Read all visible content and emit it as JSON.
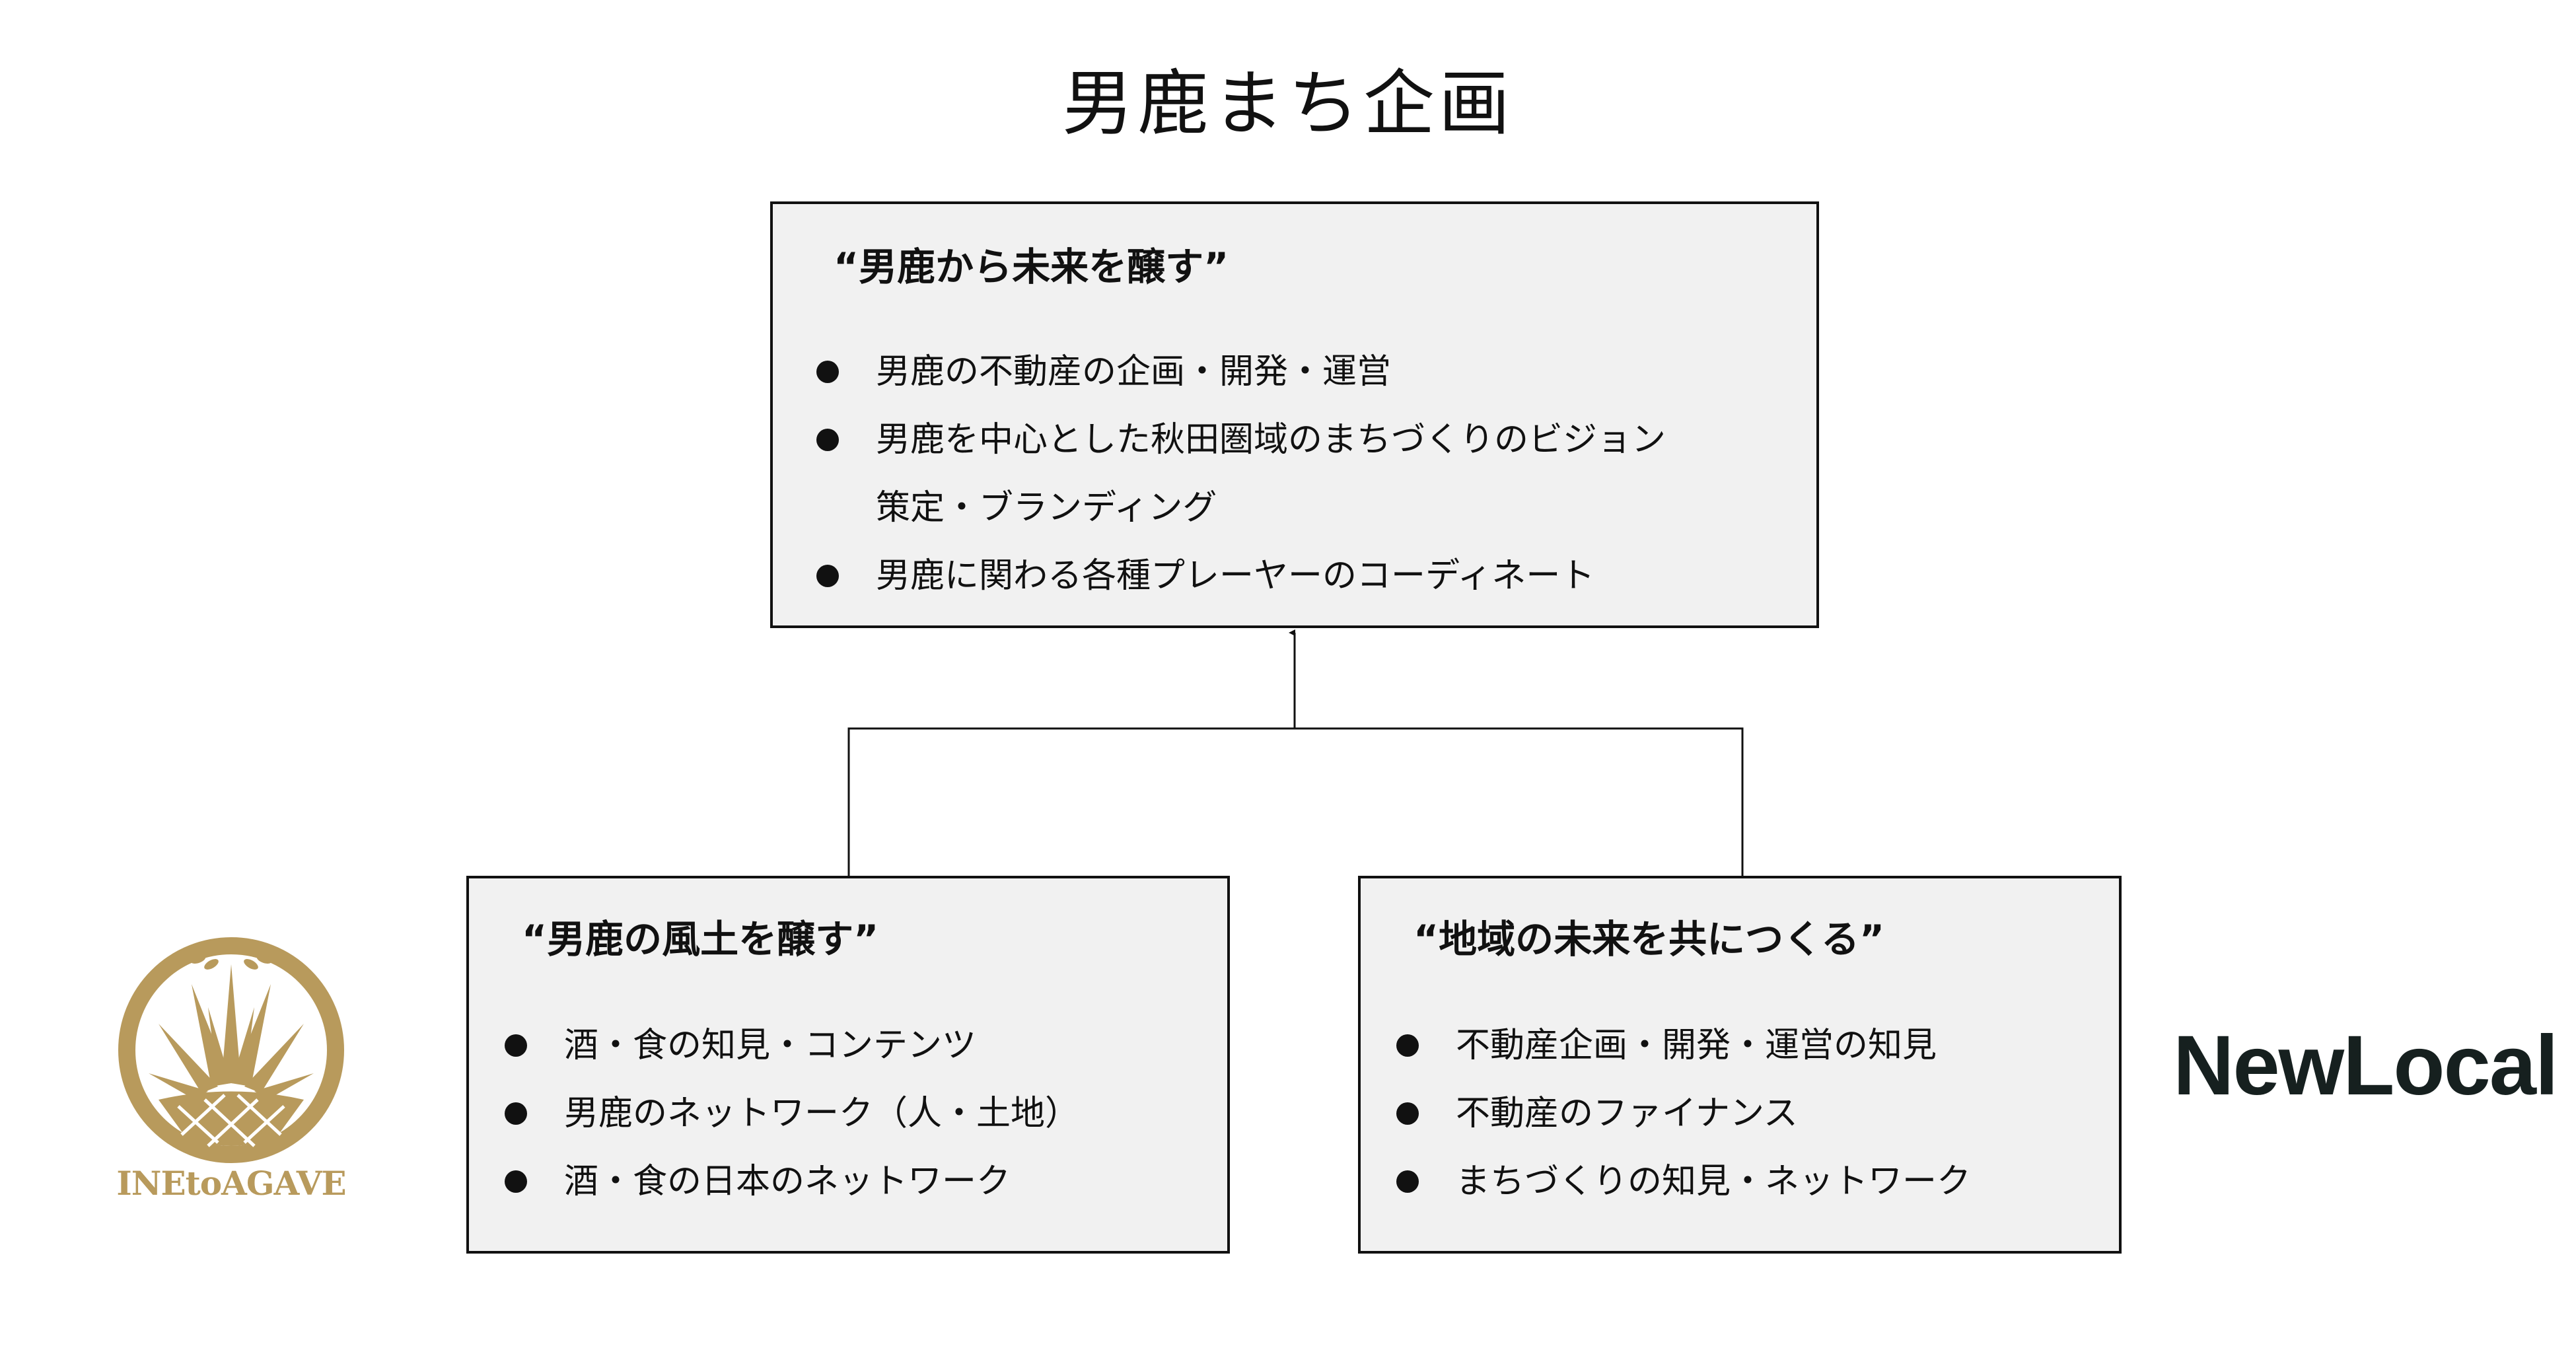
{
  "title": "男鹿まち企画",
  "top_box": {
    "heading": "“男鹿から未来を醸す”",
    "items": [
      {
        "text": "男鹿の不動産の企画・開発・運営"
      },
      {
        "text": "男鹿を中心とした秋田圏域のまちづくりのビジョン",
        "cont": "策定・ブランディング"
      },
      {
        "text": "男鹿に関わる各種プレーヤーのコーディネート"
      }
    ]
  },
  "left_box": {
    "heading": "“男鹿の風土を醸す”",
    "items": [
      "酒・食の知見・コンテンツ",
      "男鹿のネットワーク（人・土地）",
      "酒・食の日本のネットワーク"
    ]
  },
  "right_box": {
    "heading": "“地域の未来を共につくる”",
    "items": [
      "不動産企画・開発・運営の知見",
      "不動産のファイナンス",
      "まちづくりの知見・ネットワーク"
    ]
  },
  "logos": {
    "left": {
      "name": "INE to AGAVE",
      "text": "INEtoAGAVE",
      "color": "#b89a5c"
    },
    "right": {
      "name": "NewLocal",
      "text": "NewLocal",
      "color": "#16201f"
    }
  },
  "colors": {
    "box_fill": "#f1f1f1",
    "border": "#111111"
  }
}
